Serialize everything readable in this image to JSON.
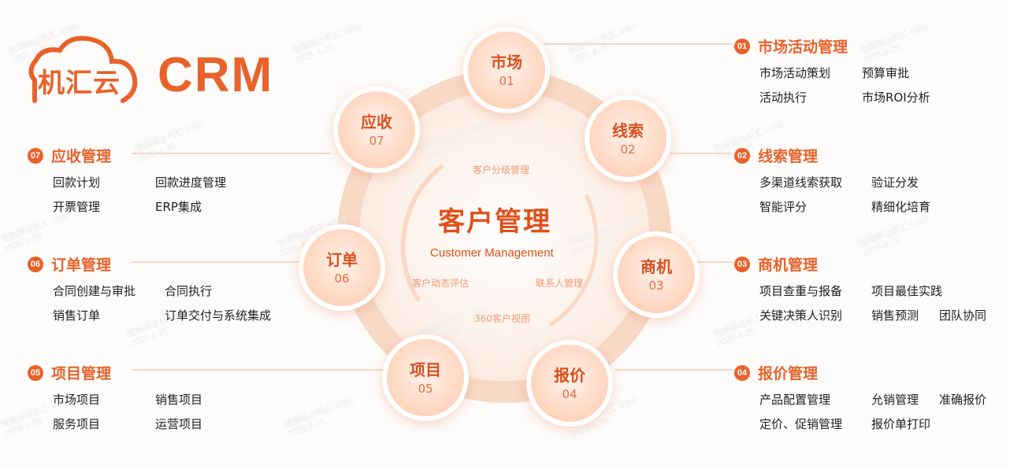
{
  "logo": {
    "cn": "机汇云",
    "en": "CRM"
  },
  "center": {
    "title": "客户管理",
    "subtitle": "Customer Management",
    "labels": [
      "客户分级管理",
      "客户动态评估",
      "联系人管理",
      "360客户视图"
    ]
  },
  "nodes": [
    {
      "label": "市场",
      "num": "01"
    },
    {
      "label": "线索",
      "num": "02"
    },
    {
      "label": "商机",
      "num": "03"
    },
    {
      "label": "报价",
      "num": "04"
    },
    {
      "label": "项目",
      "num": "05"
    },
    {
      "label": "订单",
      "num": "06"
    },
    {
      "label": "应收",
      "num": "07"
    }
  ],
  "modules": [
    {
      "badge": "01",
      "title": "市场活动管理",
      "items": [
        "市场活动策划",
        "预算审批",
        "活动执行",
        "市场ROI分析"
      ]
    },
    {
      "badge": "02",
      "title": "线索管理",
      "items": [
        "多渠道线索获取",
        "验证分发",
        "智能评分",
        "精细化培育"
      ]
    },
    {
      "badge": "03",
      "title": "商机管理",
      "items": [
        "项目查重与报备",
        "项目最佳实践",
        "关键决策人识别",
        "销售预测",
        "团队协同"
      ]
    },
    {
      "badge": "04",
      "title": "报价管理",
      "items": [
        "产品配置管理",
        "允销管理",
        "准确报价",
        "定价、促销管理",
        "报价单打印"
      ]
    },
    {
      "badge": "05",
      "title": "项目管理",
      "items": [
        "市场项目",
        "销售项目",
        "服务项目",
        "运营项目"
      ]
    },
    {
      "badge": "06",
      "title": "订单管理",
      "items": [
        "合同创建与审批",
        "合同执行",
        "销售订单",
        "订单交付与系统集成"
      ]
    },
    {
      "badge": "07",
      "title": "应收管理",
      "items": [
        "回款计划",
        "回款进度管理",
        "开票管理",
        "ERP集成"
      ]
    }
  ],
  "watermark": {
    "line1": "施娟娟@机汇 0360",
    "line2": "2025-4-25"
  },
  "colors": {
    "accent": "#e8622a",
    "ring": "#f7d9c6"
  }
}
